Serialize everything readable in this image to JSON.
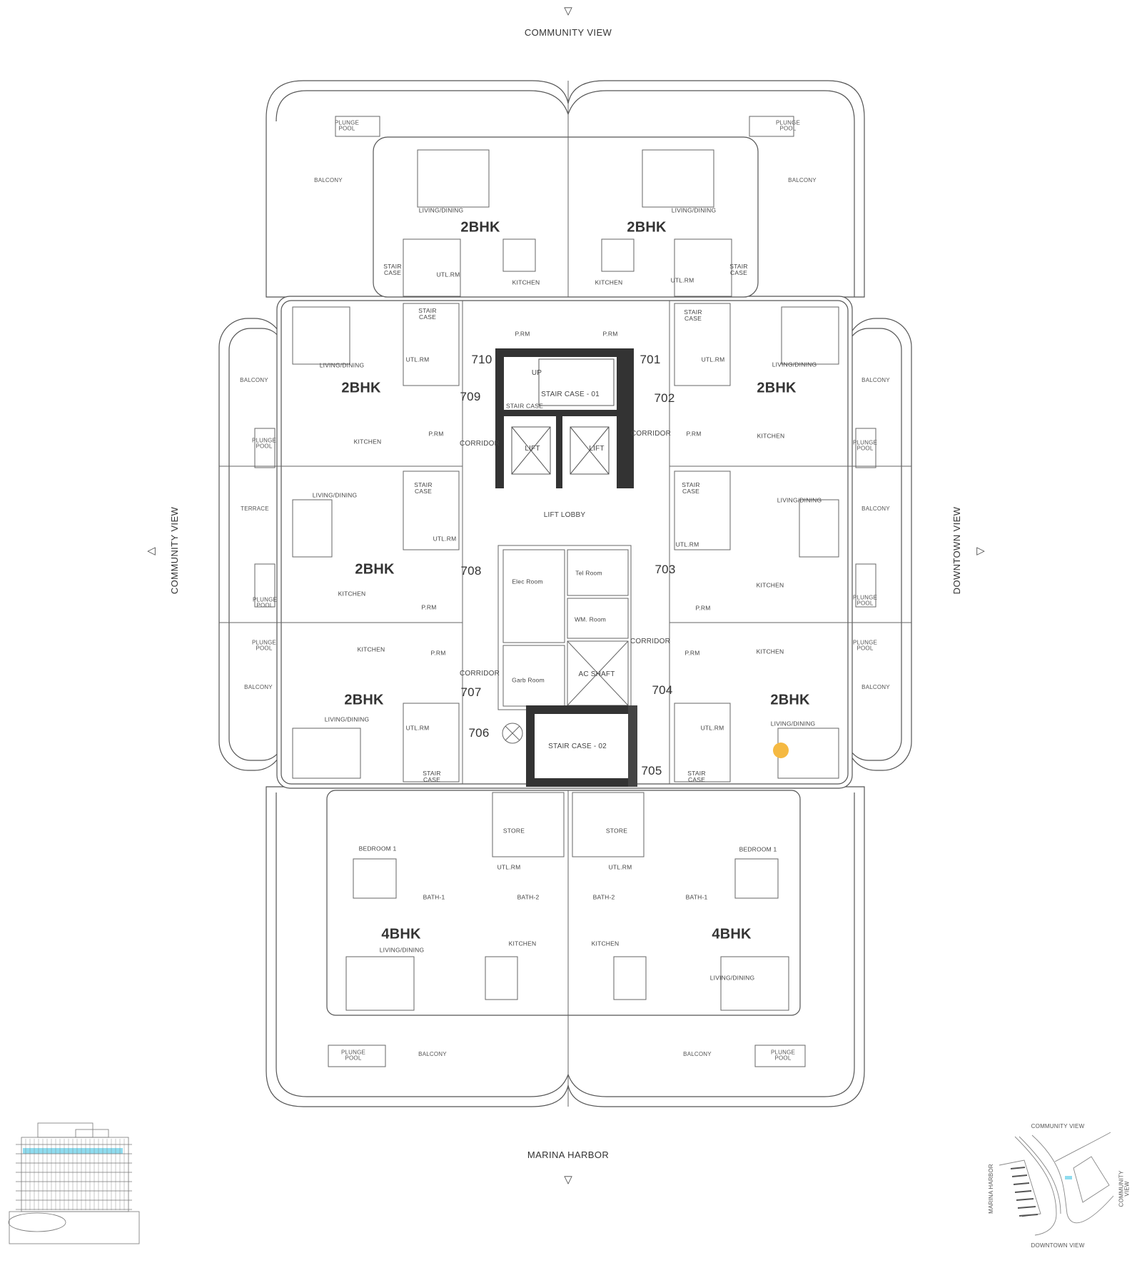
{
  "compass": {
    "top": "COMMUNITY VIEW",
    "bottom": "MARINA HARBOR",
    "left": "COMMUNITY VIEW",
    "right": "DOWNTOWN VIEW"
  },
  "unit_numbers": [
    "701",
    "702",
    "703",
    "704",
    "705",
    "706",
    "707",
    "708",
    "709",
    "710"
  ],
  "units": [
    {
      "type": "2BHK",
      "living": "LIVING/DINING",
      "kitchen": "KITCHEN",
      "stair": "STAIR\nCASE",
      "utl": "UTL.RM",
      "outdoor": "BALCONY",
      "pool": "PLUNGE\nPOOL"
    },
    {
      "type": "2BHK",
      "living": "LIVING/DINING",
      "kitchen": "KITCHEN",
      "stair": "STAIR\nCASE",
      "utl": "UTL.RM",
      "outdoor": "BALCONY",
      "pool": "PLUNGE\nPOOL"
    },
    {
      "type": "2BHK",
      "living": "LIVING/DINING",
      "kitchen": "KITCHEN",
      "stair": "STAIR\nCASE",
      "utl": "UTL.RM",
      "prm": "P.RM",
      "outdoor": "BALCONY",
      "pool": "PLUNGE\nPOOL"
    },
    {
      "type": "2BHK",
      "living": "LIVING/DINING",
      "kitchen": "KITCHEN",
      "stair": "STAIR\nCASE",
      "utl": "UTL.RM",
      "prm": "P.RM",
      "outdoor": "BALCONY",
      "pool": "PLUNGE\nPOOL"
    },
    {
      "type": "2BHK",
      "living": "LIVING/DINING",
      "kitchen": "KITCHEN",
      "stair": "STAIR\nCASE",
      "utl": "UTL.RM",
      "prm": "P.RM",
      "outdoor": "TERRACE",
      "pool": "PLUNGE\nPOOL"
    },
    {
      "living": "LIVING/DINING",
      "kitchen": "KITCHEN",
      "stair": "STAIR\nCASE",
      "utl": "UTL.RM",
      "prm": "P.RM",
      "outdoor": "BALCONY",
      "pool": "PLUNGE\nPOOL"
    },
    {
      "type": "2BHK",
      "living": "LIVING/DINING",
      "kitchen": "KITCHEN",
      "stair": "STAIR\nCASE",
      "utl": "UTL.RM",
      "prm": "P.RM",
      "outdoor": "BALCONY",
      "pool": "PLUNGE\nPOOL"
    },
    {
      "type": "2BHK",
      "living": "LIVING/DINING",
      "kitchen": "KITCHEN",
      "stair": "STAIR\nCASE",
      "utl": "UTL.RM",
      "prm": "P.RM",
      "outdoor": "BALCONY",
      "pool": "PLUNGE\nPOOL"
    },
    {
      "type": "4BHK",
      "living": "LIVING/DINING",
      "kitchen": "KITCHEN",
      "bedroom": "BEDROOM 1",
      "bath1": "BATH-1",
      "bath2": "BATH-2",
      "store": "STORE",
      "utl": "UTL.RM",
      "outdoor": "BALCONY",
      "pool": "PLUNGE\nPOOL"
    },
    {
      "type": "4BHK",
      "living": "LIVING/DINING",
      "kitchen": "KITCHEN",
      "bedroom": "BEDROOM 1",
      "bath1": "BATH-1",
      "bath2": "BATH-2",
      "store": "STORE",
      "utl": "UTL.RM",
      "outdoor": "BALCONY",
      "pool": "PLUNGE\nPOOL"
    }
  ],
  "core": {
    "corridor": "CORRIDOR",
    "stair_01": "STAIR CASE - 01",
    "stair": "STAIR CASE",
    "up": "UP",
    "lift": "LIFT",
    "lift_lobby": "LIFT LOBBY",
    "prm": "P.RM",
    "elec": "Elec Room",
    "tel": "Tel Room",
    "wm": "WM. Room",
    "garb": "Garb Room",
    "ac": "AC SHAFT",
    "stair_02": "STAIR CASE - 02"
  },
  "key_plan": {
    "top": "COMMUNITY VIEW",
    "left": "MARINA HARBOR",
    "right": "COMMUNITY VIEW",
    "bottom": "DOWNTOWN VIEW"
  },
  "colors": {
    "highlight": "#8fdcef",
    "marker": "#f5b942",
    "wall": "#333333"
  }
}
